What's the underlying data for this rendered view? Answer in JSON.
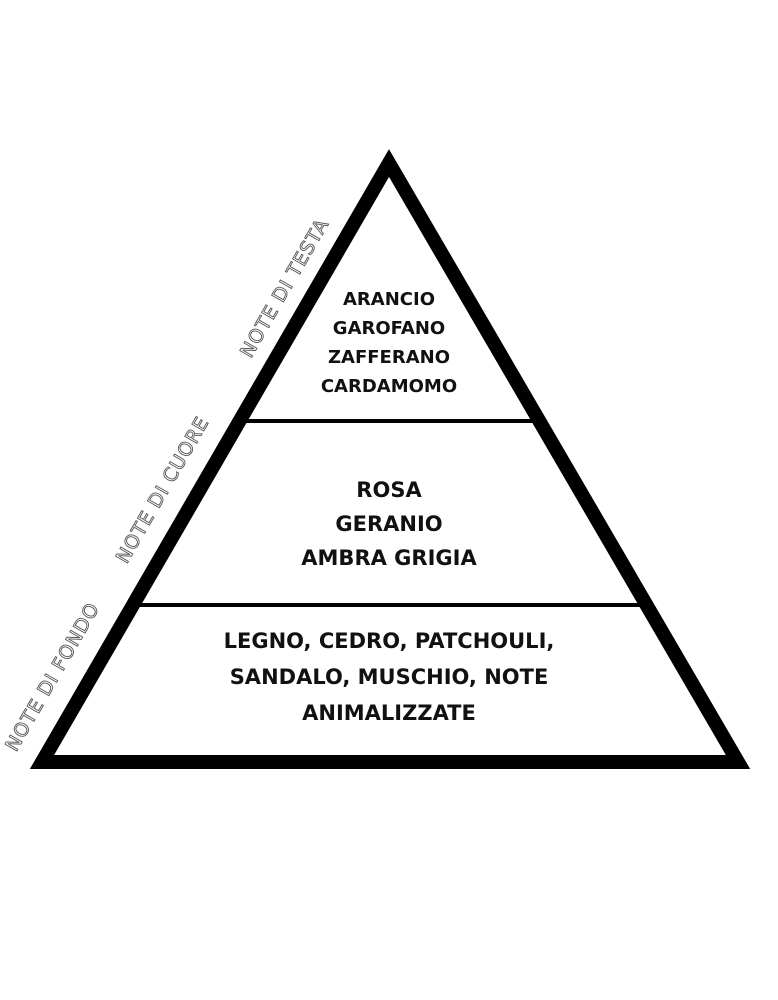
{
  "pyramid": {
    "top": {
      "label": "NOTE DI TESTA",
      "lines": [
        "ARANCIO",
        "GAROFANO",
        "ZAFFERANO",
        "CARDAMOMO"
      ]
    },
    "middle": {
      "label": "NOTE DI CUORE",
      "lines": [
        "ROSA",
        "GERANIO",
        "AMBRA GRIGIA"
      ]
    },
    "bottom": {
      "label": "NOTE DI FONDO",
      "lines": [
        "LEGNO, CEDRO, PATCHOULI,",
        "SANDALO, MUSCHIO, NOTE",
        "ANIMALIZZATE"
      ]
    }
  },
  "colors": {
    "outline": "#000000",
    "text": "#111111",
    "side_label": "#555555",
    "background": "#ffffff"
  }
}
